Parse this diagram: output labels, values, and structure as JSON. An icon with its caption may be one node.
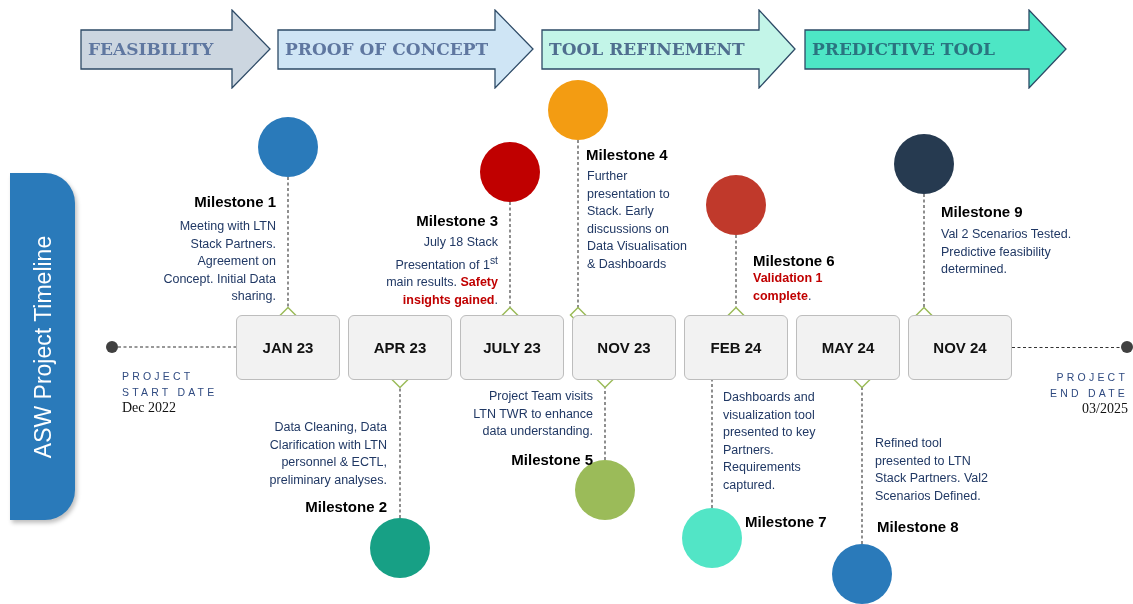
{
  "diagram": {
    "nodes": [
      {
        "text": [
          "FEASIBILITY"
        ]
      },
      {
        "text": [
          "PROOF OF CONCEPT"
        ]
      },
      {
        "text": [
          "TOOL REFINEMENT"
        ]
      },
      {
        "text": [
          "PREDICTIVE TOOL"
        ]
      },
      {
        "text": [
          "ASW Project Timeline"
        ]
      },
      {
        "text": [],
        "shape": "circle",
        "beside": [
          "PROJECT START DATE",
          "Dec 2022"
        ]
      },
      {
        "text": [
          "JAN 23"
        ]
      },
      {
        "text": [
          "APR 23"
        ]
      },
      {
        "text": [
          "JULY 23"
        ]
      },
      {
        "text": [
          "NOV 23"
        ]
      },
      {
        "text": [
          "FEB 24"
        ]
      },
      {
        "text": [
          "MAY 24"
        ]
      },
      {
        "text": [
          "NOV 24"
        ]
      },
      {
        "text": [],
        "shape": "circle",
        "beside": [
          "PROJECT END DATE",
          "03/2025"
        ]
      },
      {
        "text": [],
        "shape": "circle",
        "beside": [
          "Milestone 1",
          "Meeting with LTN Stack Partners. Agreement on Concept. Initial Data sharing."
        ]
      },
      {
        "text": [],
        "shape": "circle",
        "beside": [
          "Data Cleaning, Data Clarification with LTN personnel & ECTL, preliminary analyses.",
          "Milestone 2"
        ]
      },
      {
        "text": [],
        "shape": "circle",
        "beside": [
          "Milestone 3",
          "July 18 Stack Presentation of 1$^{st}$ main results. **Safety insights gained**."
        ]
      },
      {
        "text": [],
        "shape": "circle",
        "beside": [
          "Milestone 4",
          "Further presentation to Stack. Early discussions on Data Visualisation & Dashboards"
        ]
      },
      {
        "text": [],
        "shape": "circle",
        "beside": [
          "Project Team visits LTN TWR to enhance data understanding.",
          "Milestone 5"
        ]
      },
      {
        "text": [],
        "shape": "circle",
        "beside": [
          "Dashboards and visualization tool presented to key Partners. Requirements captured.",
          "Milestone 7"
        ]
      },
      {
        "text": [],
        "shape": "circle",
        "beside": [
          "Milestone 6",
          "**Validation 1 complete**."
        ]
      },
      {
        "text": [],
        "shape": "circle",
        "beside": [
          "Refined tool presented to LTN Stack Partners. Val2 Scenarios Defined.",
          "Milestone 8"
        ]
      },
      {
        "text": [],
        "shape": "circle",
        "beside": [
          "Milestone 9",
          "Val 2 Scenarios Tested. Predictive feasibility determined."
        ]
      }
    ],
    "edges": [
      {
        "from": 5,
        "to": 6,
        "arrow": "none",
        "style": "dashed"
      },
      {
        "from": 12,
        "to": 13,
        "arrow": "none",
        "style": "dashed"
      },
      {
        "from": 14,
        "to": 6,
        "arrow": "other",
        "style": "dashed"
      },
      {
        "from": 15,
        "to": 7,
        "arrow": "other",
        "style": "dashed"
      },
      {
        "from": 16,
        "to": 8,
        "arrow": "other",
        "style": "dashed"
      },
      {
        "from": 17,
        "to": 9,
        "arrow": "other",
        "style": "dashed"
      },
      {
        "from": 18,
        "to": 9,
        "arrow": "other",
        "style": "dashed"
      },
      {
        "from": 19,
        "to": 10,
        "arrow": "none",
        "style": "dashed"
      },
      {
        "from": 20,
        "to": 10,
        "arrow": "other",
        "style": "dashed"
      },
      {
        "from": 21,
        "to": 11,
        "arrow": "other",
        "style": "dashed"
      },
      {
        "from": 22,
        "to": 12,
        "arrow": "other",
        "style": "dashed"
      }
    ]
  }
}
